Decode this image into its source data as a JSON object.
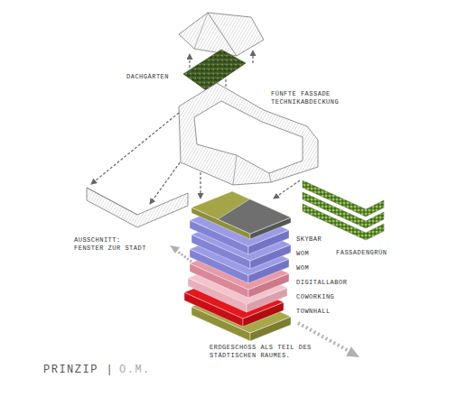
{
  "diagram": {
    "title": "PRINZIP |",
    "labels": [
      "DACHGÄRTEN",
      "FÜNFTE FASSADE TECHNIKABDECKUNG",
      "AUSSCHNITT: FENSTER ZUR STADT",
      "FASSADENGRÜN",
      "SKYBAR",
      "WOM",
      "WOM",
      "DIGITALLABOR",
      "COWORKING",
      "TOWNHALL",
      "ERDGESCHOSS ALS TEIL DES STÄDTISCHEN RAUMES.",
      "O.M."
    ]
  }
}
